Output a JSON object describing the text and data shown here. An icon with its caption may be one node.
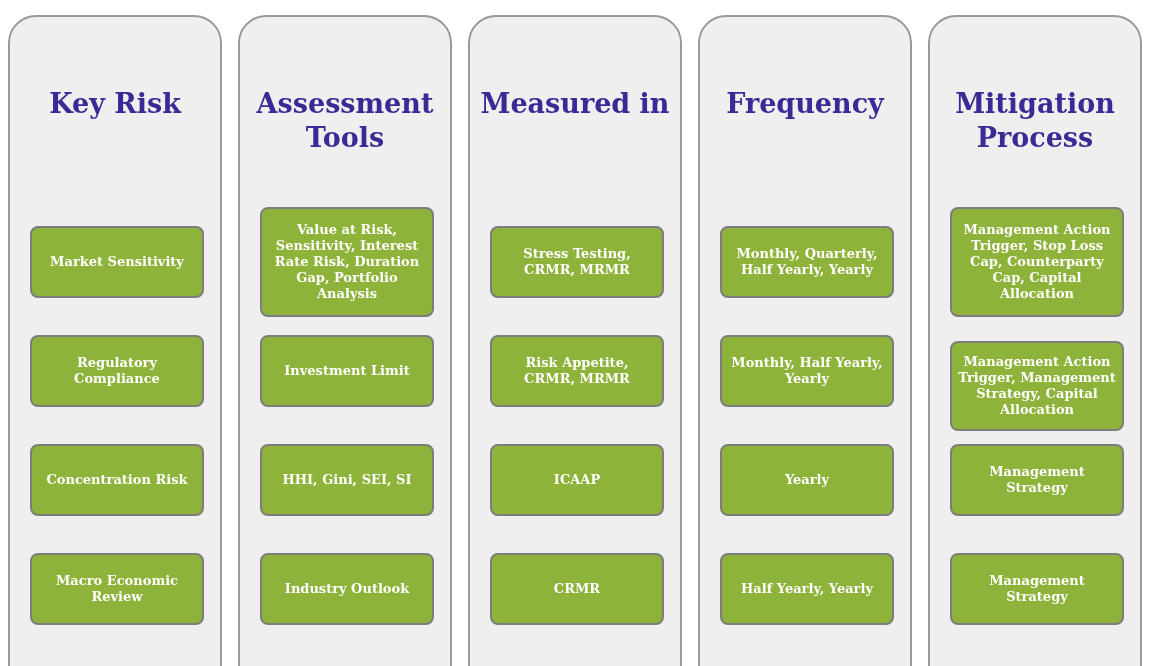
{
  "diagram": {
    "nodes": [
      {
        "text": [
          "Key Risk"
        ]
      },
      {
        "text": [
          "Market Sensitivity"
        ],
        "in": 0
      },
      {
        "text": [
          "Regulatory Compliance"
        ],
        "in": 0
      },
      {
        "text": [
          "Concentration Risk"
        ],
        "in": 0
      },
      {
        "text": [
          "Macro Economic Review"
        ],
        "in": 0
      },
      {
        "text": [
          "Assessment Tools"
        ]
      },
      {
        "text": [
          "Value at Risk, Sensitivity, Interest Rate Risk, Duration Gap, Portfolio Analysis"
        ],
        "in": 5
      },
      {
        "text": [
          "Investment Limit"
        ],
        "in": 5
      },
      {
        "text": [
          "HHI, Gini, SEI, SI"
        ],
        "in": 5
      },
      {
        "text": [
          "Industry Outlook"
        ],
        "in": 5
      },
      {
        "text": [
          "Measured in"
        ]
      },
      {
        "text": [
          "Stress Testing, CRMR, MRMR"
        ],
        "in": 10
      },
      {
        "text": [
          "Risk Appetite, CRMR, MRMR"
        ],
        "in": 10
      },
      {
        "text": [
          "ICAAP"
        ],
        "in": 10
      },
      {
        "text": [
          "CRMR"
        ],
        "in": 10
      },
      {
        "text": [
          "Frequency"
        ]
      },
      {
        "text": [
          "Monthly, Quarterly, Half Yearly, Yearly"
        ],
        "in": 15
      },
      {
        "text": [
          "Monthly, Half Yearly, Yearly"
        ],
        "in": 15
      },
      {
        "text": [
          "Yearly"
        ],
        "in": 15
      },
      {
        "text": [
          "Half Yearly, Yearly"
        ],
        "in": 15
      },
      {
        "text": [
          "Mitigation Process"
        ]
      },
      {
        "text": [
          "Management Action Trigger, Stop Loss Cap, Counterparty Cap, Capital Allocation"
        ],
        "in": 20
      },
      {
        "text": [
          "Management Action Trigger, Management Strategy, Capital Allocation"
        ],
        "in": 20
      },
      {
        "text": [
          "Management Strategy"
        ],
        "in": 20
      },
      {
        "text": [
          "Management Strategy"
        ],
        "in": 20
      }
    ],
    "edges": []
  }
}
